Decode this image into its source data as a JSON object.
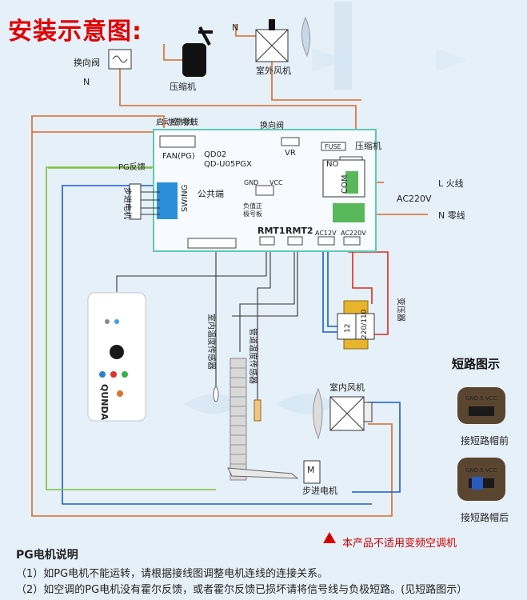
{
  "title": "安装示意图:",
  "compressor_label": "压缩机",
  "outdoor_fan_label": "室外风机",
  "reversing_valve_label": "换向阀",
  "n_top": "N",
  "n_left": "N",
  "wire_labels": {
    "start": "启动线",
    "control": "控制线",
    "neutral": "零线"
  },
  "board": {
    "fan_pg": "FAN(PG)",
    "model1": "QD02",
    "model2": "QD-U05PGX",
    "pg_feedback": "PG反馈",
    "reversing_valve": "换向阀",
    "vr": "VR",
    "fuse": "FUSE",
    "compressor": "压缩机",
    "no": "NO",
    "com": "COM",
    "gnd": "GND",
    "vcc": "VCC",
    "neg_pos": "负值正",
    "pole_board": "极号板",
    "swing": "SWING",
    "common": "公共端",
    "rmt1": "RMT1",
    "rmt2": "RMT2",
    "ac12v": "AC12V",
    "ac220v": "AC220V",
    "stepper_motor": "步进电机"
  },
  "live": "L 火线",
  "ac220v": "AC220V",
  "neutral": "N 零线",
  "transformer": {
    "label": "变压器",
    "v12": "12",
    "v220": "220/110"
  },
  "indoor_temp_sensor": "室内温度传感器",
  "pipe_temp_sensor": "管道温度传感器",
  "indoor_fan": "室内风机",
  "stepper_bottom": "步进电机",
  "receiver_brand": "QUNDA",
  "short_circuit": {
    "title": "短路图示",
    "pins": "GND S VCC",
    "before": "接短路帽前",
    "after": "接短路帽后"
  },
  "warning": "本产品不适用变频空调机",
  "pg_title": "PG电机说明",
  "pg_lines": [
    "（1）如PG电机不能运转，请根据接线图调整电机连线的连接关系。",
    "（2）如空调的PG电机没有霍尔反馈，或者霍尔反馈已损坏请将信号线与负极短路。(见短路图示）"
  ]
}
